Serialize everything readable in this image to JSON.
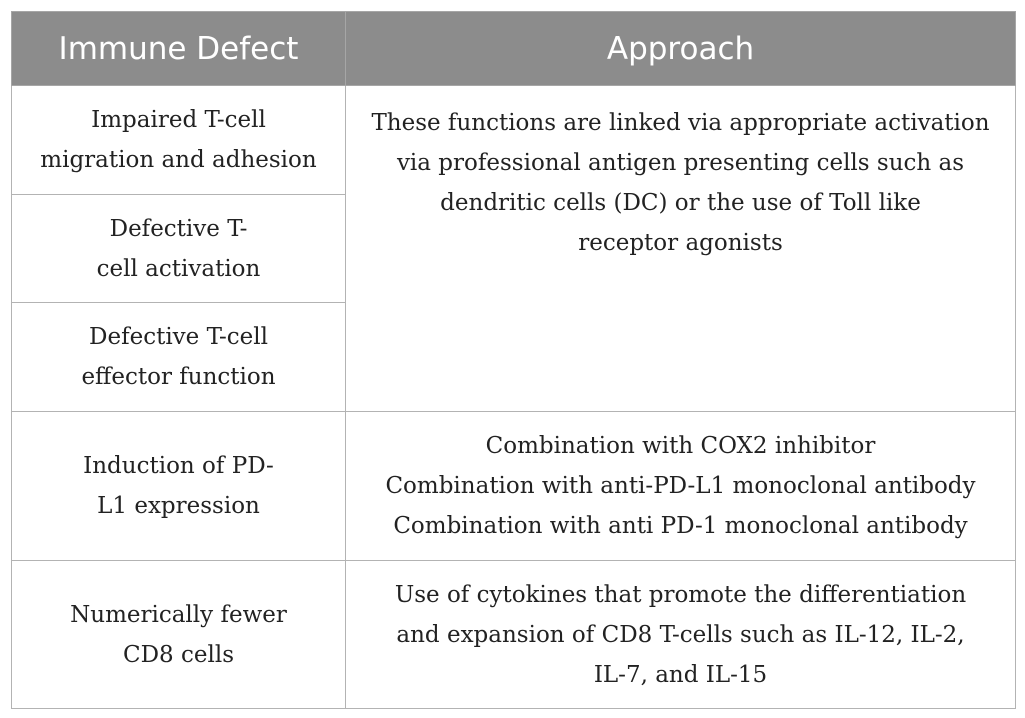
{
  "table": {
    "headers": {
      "defect": "Immune Defect",
      "approach": "Approach"
    },
    "rows": [
      {
        "defect_lines": [
          "Impaired T-cell",
          "migration and adhesion"
        ]
      },
      {
        "defect_lines": [
          "Defective T-",
          "cell activation"
        ]
      },
      {
        "defect_lines": [
          "Defective T-cell",
          "effector function"
        ]
      },
      {
        "defect_lines": [
          "Induction of PD-",
          "L1 expression"
        ]
      },
      {
        "defect_lines": [
          "Numerically fewer",
          "CD8 cells"
        ]
      }
    ],
    "approaches": {
      "shared_rows_1_3": [
        "These functions are linked via appropriate activation",
        "via professional antigen presenting cells such as",
        "dendritic cells (DC) or the use of Toll like",
        "receptor agonists"
      ],
      "row_4": [
        "Combination with COX2 inhibitor",
        "Combination with anti-PD-L1 monoclonal antibody",
        "Combination with anti PD-1 monoclonal antibody"
      ],
      "row_5": [
        "Use of cytokines that promote the differentiation",
        "and expansion of CD8 T-cells such as IL-12, IL-2,",
        "IL-7, and IL-15"
      ]
    }
  }
}
